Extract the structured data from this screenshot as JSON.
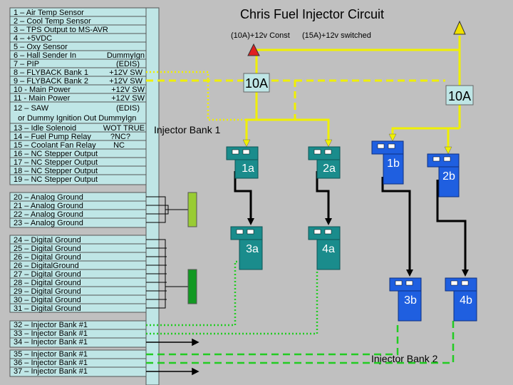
{
  "title": "Chris Fuel Injector Circuit",
  "power_labels": {
    "const": "(10A)+12v Const",
    "switched": "(15A)+12v switched"
  },
  "fuse_label": "10A",
  "bank1_label": "Injector Bank 1",
  "bank2_label": "Injector Bank 2",
  "pins_upper": [
    {
      "text": "1 – Air Temp Sensor"
    },
    {
      "text": "2 – Cool Temp Sensor"
    },
    {
      "text": "3 – TPS Output to MS-AVR"
    },
    {
      "text": "4 – +5VDC"
    },
    {
      "text": "5 – Oxy Sensor"
    },
    {
      "text": "6 – Hall Sender In",
      "right": "DummyIgn"
    },
    {
      "text": "7 – PIP",
      "right": "(EDIS)"
    },
    {
      "text": "8 – FLYBACK Bank 1",
      "right": "+12V SW"
    },
    {
      "text": "9 – FLYBACK Bank 2",
      "right": "+12V SW"
    },
    {
      "text": "10 - Main Power",
      "right": "+12V SW"
    },
    {
      "text": "11 - Main Power",
      "right": "+12V SW"
    },
    {
      "text": "12 – SAW",
      "right": "(EDIS)"
    },
    {
      "text": "  or Dummy Ignition Out DummyIgn"
    },
    {
      "text": "13 – Idle Solenoid",
      "right": "WOT TRUE"
    },
    {
      "text": "14 – Fuel Pump Relay",
      "right": "?NC?"
    },
    {
      "text": "15 – Coolant Fan Relay",
      "right": "NC"
    },
    {
      "text": "16 – NC  Stepper Output"
    },
    {
      "text": "17 – NC  Stepper Output"
    },
    {
      "text": "18 – NC  Stepper Output"
    },
    {
      "text": "19 – NC  Stepper Output"
    }
  ],
  "pins_analog": [
    "20 – Analog Ground",
    "21 – Analog Ground",
    "22 – Analog Ground",
    "23 – Analog Ground"
  ],
  "pins_digital": [
    "24 – Digital Ground",
    "25 – Digital Ground",
    "26 – Digital Ground",
    "26 – DigitalGround",
    "27 – Digital Ground",
    "28 – Digital Ground",
    "29 – Digital Ground",
    "30 – Digital Ground",
    "31 – Digital Ground"
  ],
  "pins_inj1": [
    "32 – Injector Bank #1",
    "33 – Injector Bank #1",
    "34 – Injector Bank #1"
  ],
  "pins_inj2": [
    "35 – Injector Bank #1",
    "36 – Injector Bank #1",
    "37 – Injector Bank #1"
  ],
  "injectors": {
    "i1a": "1a",
    "i2a": "2a",
    "i3a": "3a",
    "i4a": "4a",
    "i1b": "1b",
    "i2b": "2b",
    "i3b": "3b",
    "i4b": "4b"
  },
  "colors": {
    "background": "#c0c0c0",
    "panel": "#bfe6e6",
    "bank1_injector": "#1a8c8c",
    "bank2_injector": "#1f5fe0",
    "wire_power": "#f0f000",
    "wire_green": "#22cc22",
    "fuse_box": "#bfe6e6",
    "analog_block": "#99cc33",
    "digital_block": "#119922",
    "switched_arrow": "#f0e000",
    "const_arrow": "#e02020"
  }
}
